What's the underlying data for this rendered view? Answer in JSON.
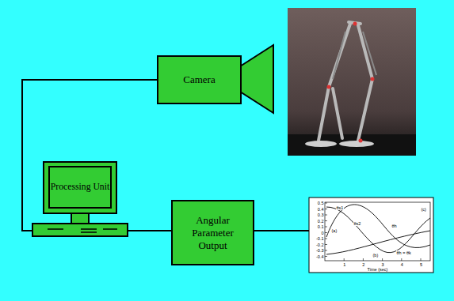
{
  "diagram": {
    "nodes": [
      {
        "text": [
          "Camera"
        ]
      },
      {
        "text": [
          "Processing Unit"
        ]
      },
      {
        "text": [
          "Angular Parameter Output"
        ]
      }
    ],
    "edges": [
      {
        "from": 0,
        "to": 1,
        "arrow": "none"
      },
      {
        "from": 1,
        "to": 2,
        "arrow": "none"
      }
    ],
    "labels": [
      "0.5",
      "0.4",
      "0.3",
      "0.2",
      "0.1",
      "0",
      "-0.1",
      "-0.2",
      "-0.3",
      "-0.4",
      "1",
      "2",
      "3",
      "4",
      "5",
      "Time (sec)",
      "θs1",
      "θs2",
      "(a)",
      "θh",
      "(b)",
      "θh = θk",
      "(c)"
    ]
  }
}
